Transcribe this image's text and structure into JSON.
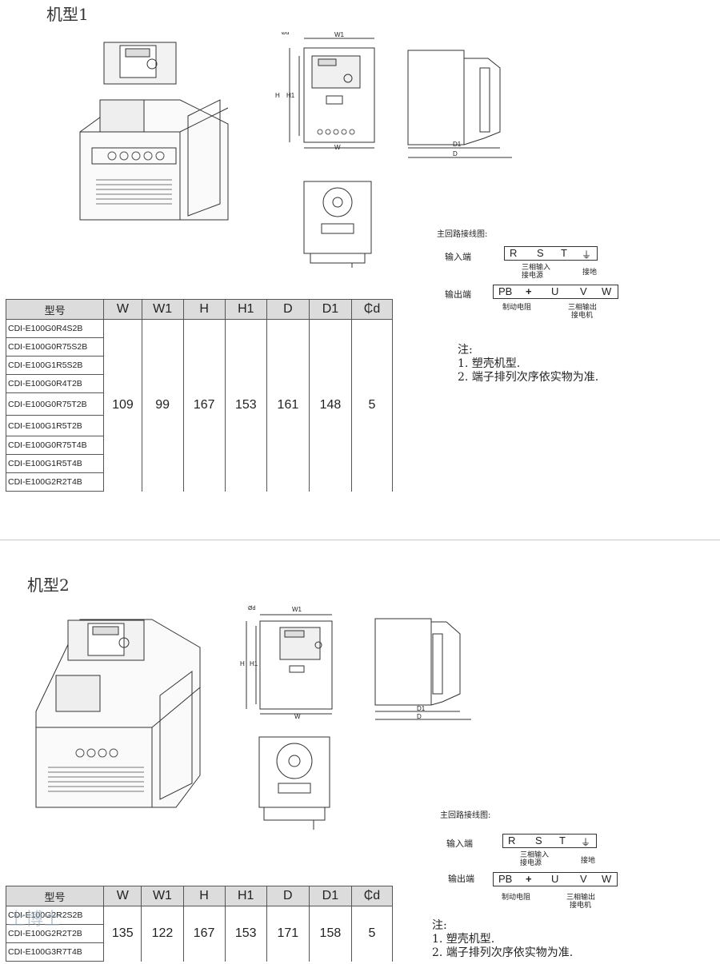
{
  "sections": [
    {
      "title": "机型1",
      "headers": [
        "型号",
        "W",
        "W1",
        "H",
        "H1",
        "D",
        "D1",
        "₵d"
      ],
      "models": [
        "CDI-E100G0R4S2B",
        "CDI-E100G0R75S2B",
        "CDI-E100G1R5S2B",
        "CDI-E100G0R4T2B",
        "CDI-E100G0R75T2B",
        "CDI-E100G1R5T2B",
        "CDI-E100G0R75T4B",
        "CDI-E100G1R5T4B",
        "CDI-E100G2R2T4B"
      ],
      "values": [
        "109",
        "99",
        "167",
        "153",
        "161",
        "148",
        "5"
      ]
    },
    {
      "title": "机型2",
      "headers": [
        "型号",
        "W",
        "W1",
        "H",
        "H1",
        "D",
        "D1",
        "₵d"
      ],
      "models": [
        "CDI-E100G2R2S2B",
        "CDI-E100G2R2T2B",
        "CDI-E100G3R7T4B"
      ],
      "values": [
        "135",
        "122",
        "167",
        "153",
        "171",
        "158",
        "5"
      ]
    }
  ],
  "dim_labels": {
    "od": "Ød",
    "w1": "W1",
    "w": "W",
    "h": "H",
    "h1": "H1",
    "d1": "D1",
    "d": "D"
  },
  "wiring": {
    "title": "主回路接线图:",
    "input_label": "输入端",
    "output_label": "输出端",
    "input_terminals": [
      "R",
      "S",
      "T"
    ],
    "input_note": [
      "三相输入",
      "接电源"
    ],
    "ground_note": "接地",
    "output_terminals": [
      "PB",
      "+",
      "U",
      "V",
      "W"
    ],
    "brake_note": "制动电阻",
    "output_note": [
      "三相输出",
      "接电机"
    ]
  },
  "notes": {
    "head": "注:",
    "lines": [
      "1. 塑壳机型.",
      "2. 端子排列次序依实物为准."
    ]
  },
  "watermark": "上博士"
}
